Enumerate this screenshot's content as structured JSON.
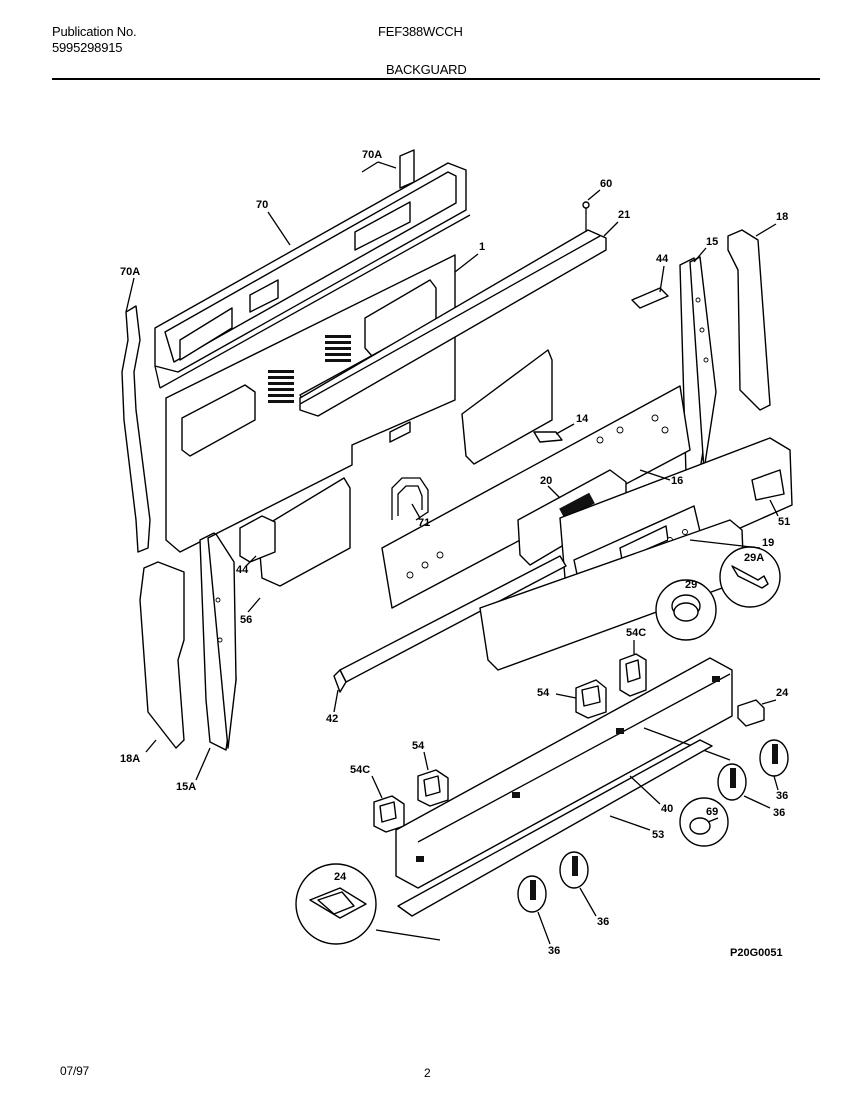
{
  "header": {
    "publication_label": "Publication No.",
    "publication_number": "5995298915",
    "model": "FEF388WCCH",
    "section_title": "BACKGUARD"
  },
  "diagram": {
    "part_labels": {
      "p70A_top": "70A",
      "p70": "70",
      "p70A_left": "70A",
      "p1": "1",
      "p60": "60",
      "p21": "21",
      "p44_top": "44",
      "p15": "15",
      "p18": "18",
      "p14": "14",
      "p16": "16",
      "p20": "20",
      "p71": "71",
      "p51": "51",
      "p19": "19",
      "p29A": "29A",
      "p29": "29",
      "p44_left": "44",
      "p56": "56",
      "p42": "42",
      "p54C_top": "54C",
      "p54_mid": "54",
      "p24_right": "24",
      "p18A": "18A",
      "p15A": "15A",
      "p54_low": "54",
      "p54C_low": "54C",
      "p36_r1": "36",
      "p36_r2": "36",
      "p40": "40",
      "p69": "69",
      "p53": "53",
      "p24_inset": "24",
      "p36_b1": "36",
      "p36_b2": "36"
    },
    "figure_code": "P20G0051"
  },
  "footer": {
    "date": "07/97",
    "page_number": "2"
  }
}
